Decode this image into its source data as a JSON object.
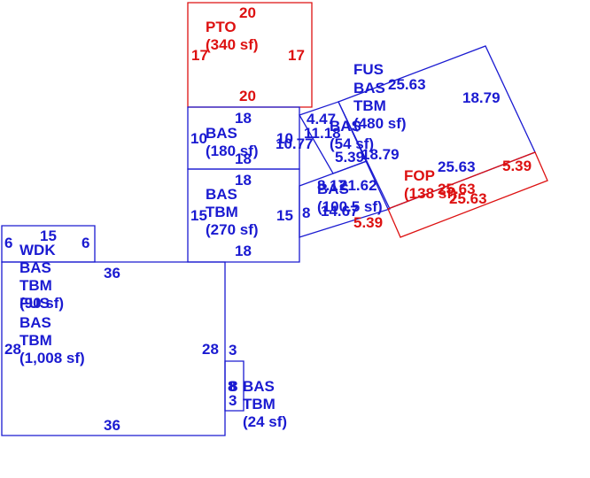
{
  "colors": {
    "blue": "#1a1ad1",
    "red": "#dd1111"
  },
  "areas": [
    {
      "id": "pto",
      "color": "red",
      "label": [
        "PTO",
        "(340 sf)"
      ],
      "dims": [
        "20",
        "17",
        "17",
        "20"
      ]
    },
    {
      "id": "bas-180",
      "color": "blue",
      "label": [
        "BAS",
        "(180 sf)"
      ],
      "dims": [
        "18",
        "10",
        "10",
        "18"
      ]
    },
    {
      "id": "bas-tbm-270",
      "color": "blue",
      "label": [
        "BAS",
        "TBM",
        "(270 sf)"
      ],
      "dims": [
        "18",
        "15",
        "15",
        "18"
      ]
    },
    {
      "id": "wdk",
      "color": "blue",
      "label": [
        "WDK",
        "(90 sf)"
      ],
      "dims": [
        "15",
        "6",
        "6"
      ]
    },
    {
      "id": "main",
      "color": "blue",
      "label": [
        "BAS",
        "TBM",
        "FUS",
        "BAS",
        "TBM",
        "(1,008 sf)"
      ],
      "dims": [
        "36",
        "28",
        "28",
        "36"
      ]
    },
    {
      "id": "bas-tbm-24",
      "color": "blue",
      "label": [
        "BAS",
        "TBM",
        "(24 sf)"
      ],
      "dims": [
        "3",
        "8",
        "8",
        "3"
      ]
    },
    {
      "id": "fus-480",
      "color": "blue",
      "label": [
        "FUS",
        "BAS",
        "TBM",
        "(480 sf)"
      ],
      "dims": [
        "25.63",
        "18.79",
        "18.79",
        "25.63"
      ]
    },
    {
      "id": "bas-54",
      "color": "blue",
      "label": [
        "BAS",
        "(54 sf)"
      ],
      "dims": [
        "4.47",
        "11.18",
        "10.77",
        "5.39"
      ]
    },
    {
      "id": "bas-100",
      "color": "blue",
      "label": [
        "BAS",
        "(100.5 sf)"
      ],
      "dims": [
        "21.62",
        "8",
        "14.67",
        "8.17"
      ]
    },
    {
      "id": "fop",
      "color": "red",
      "label": [
        "FOP",
        "(138 sf)"
      ],
      "dims": [
        "25.63",
        "5.39",
        "5.39",
        "25.63"
      ]
    }
  ]
}
